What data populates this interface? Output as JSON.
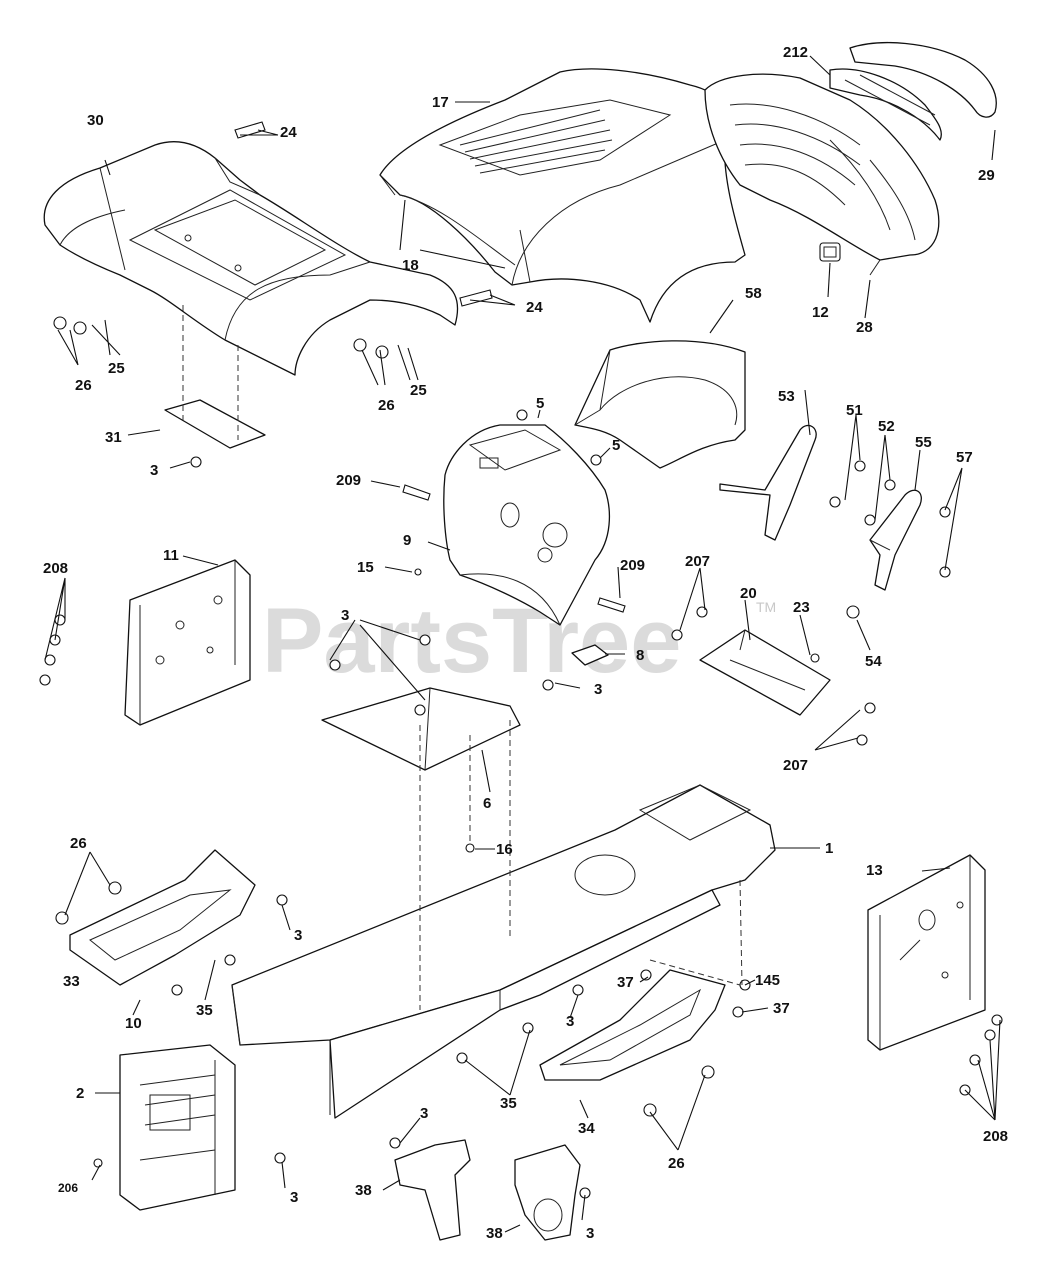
{
  "watermark": {
    "text": "PartsTree",
    "trademark": "TM"
  },
  "callouts": {
    "c1": "1",
    "c2": "2",
    "c3a": "3",
    "c3b": "3",
    "c3c": "3",
    "c3d": "3",
    "c3e": "3",
    "c3f": "3",
    "c3g": "3",
    "c3h": "3",
    "c5a": "5",
    "c5b": "5",
    "c6": "6",
    "c8": "8",
    "c9": "9",
    "c10": "10",
    "c11": "11",
    "c12": "12",
    "c13": "13",
    "c15": "15",
    "c16": "16",
    "c17": "17",
    "c18": "18",
    "c20": "20",
    "c23": "23",
    "c24a": "24",
    "c24b": "24",
    "c25a": "25",
    "c25b": "25",
    "c26a": "26",
    "c26b": "26",
    "c26c": "26",
    "c26d": "26",
    "c28": "28",
    "c29": "29",
    "c30": "30",
    "c31": "31",
    "c33": "33",
    "c34": "34",
    "c35a": "35",
    "c35b": "35",
    "c37a": "37",
    "c37b": "37",
    "c38a": "38",
    "c38b": "38",
    "c51": "51",
    "c52": "52",
    "c53": "53",
    "c54": "54",
    "c55": "55",
    "c57": "57",
    "c58": "58",
    "c145": "145",
    "c206": "206",
    "c207a": "207",
    "c207b": "207",
    "c208a": "208",
    "c208b": "208",
    "c209a": "209",
    "c209b": "209",
    "c212": "212"
  }
}
